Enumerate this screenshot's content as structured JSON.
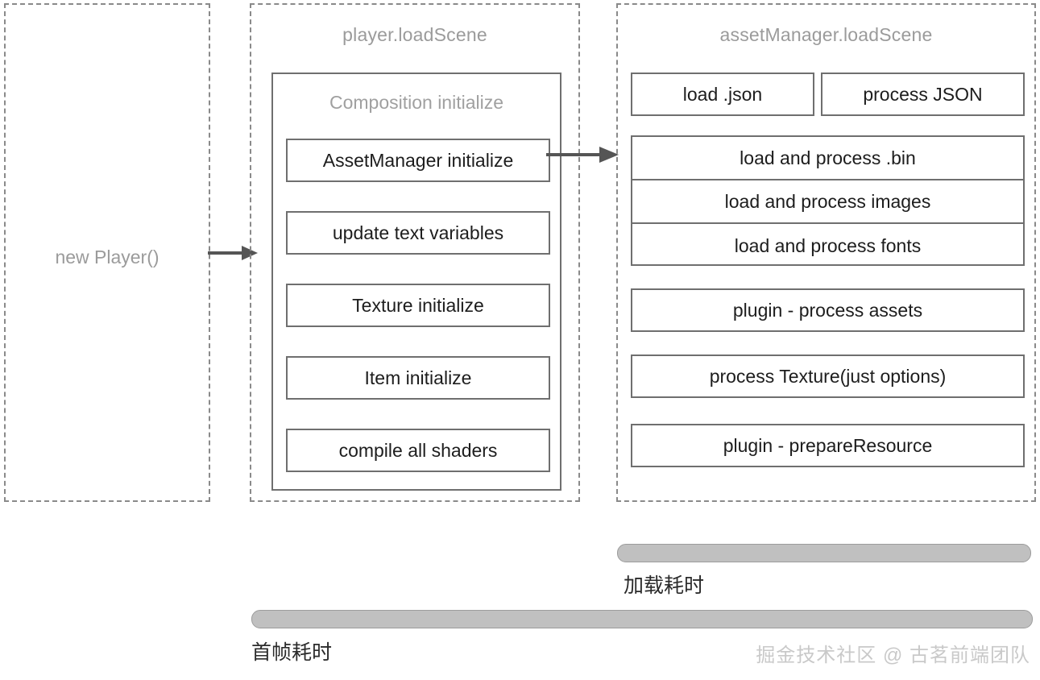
{
  "diagram": {
    "lanes": [
      {
        "id": "new-player",
        "title": "",
        "center_label": "new Player()"
      },
      {
        "id": "player-load-scene",
        "title": "player.loadScene",
        "group": {
          "title": "Composition initialize",
          "steps": [
            "AssetManager initialize",
            "update text variables",
            "Texture initialize",
            "Item initialize",
            "compile all shaders"
          ]
        }
      },
      {
        "id": "asset-manager-load-scene",
        "title": "assetManager.loadScene",
        "top_row": [
          "load .json",
          "process JSON"
        ],
        "stack": [
          "load and process .bin",
          "load and process images",
          "load and process fonts"
        ],
        "steps": [
          "plugin - process assets",
          "process Texture(just options)",
          "plugin - prepareResource"
        ]
      }
    ],
    "arrows": [
      {
        "name": "arrow-new-player-to-player-loadscene"
      },
      {
        "name": "arrow-assetmanager-initialize-to-assetmanager-loadscene"
      }
    ]
  },
  "timing": {
    "load_bar_label": "加载耗时",
    "first_frame_bar_label": "首帧耗时"
  },
  "watermark": "掘金技术社区 @ 古茗前端团队",
  "colors": {
    "dashed_border": "#8a8a8a",
    "solid_border": "#6f6f6f",
    "muted_text": "#9b9b9b",
    "body_text": "#1d1d1d",
    "bar_fill": "#c0c0c0",
    "bar_border": "#9c9c9c",
    "watermark_text": "#c9c9c9"
  }
}
